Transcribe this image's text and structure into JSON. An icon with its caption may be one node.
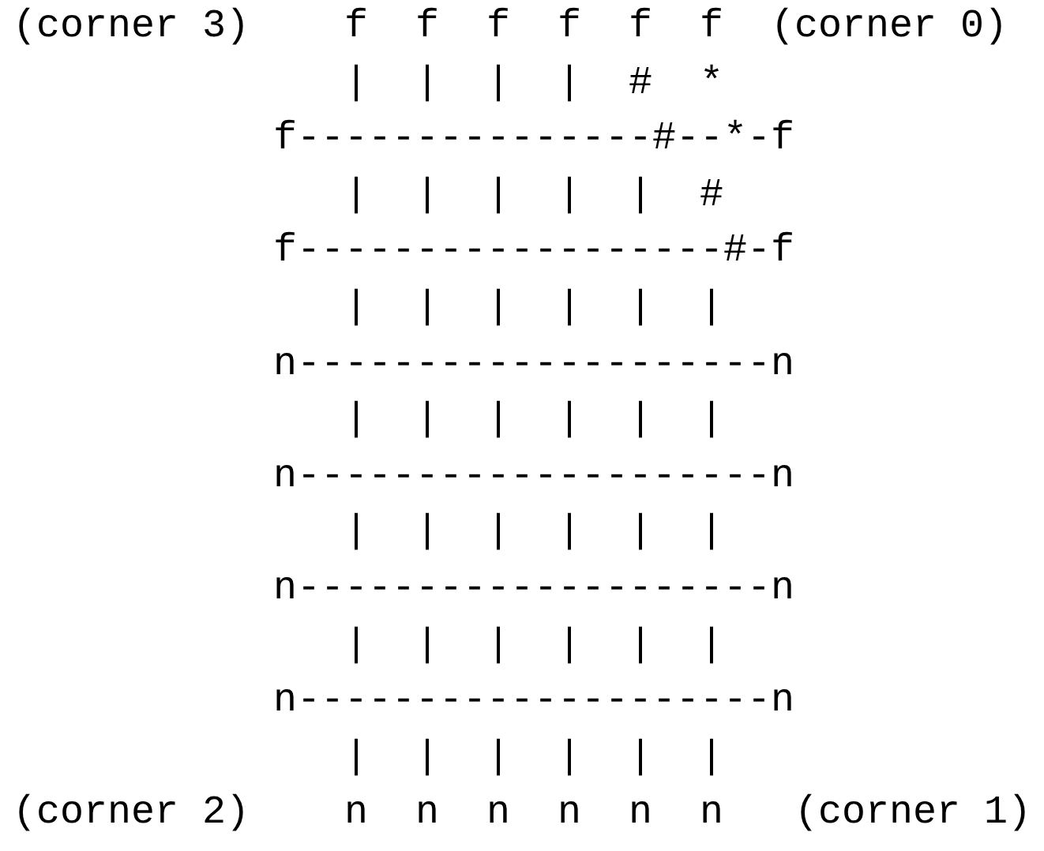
{
  "diagram": {
    "labels": [
      "(corner 3)",
      "f  f  f  f  f  f",
      "(corner 0)",
      "|  |  |  |  #  *",
      "f---------------#--*-f",
      "|  |  |  |  |  #",
      "f------------------#-f",
      "|  |  |  |  |  |",
      "n--------------------n",
      "|  |  |  |  |  |",
      "n--------------------n",
      "|  |  |  |  |  |",
      "n--------------------n",
      "|  |  |  |  |  |",
      "n--------------------n",
      "|  |  |  |  |  |",
      "(corner 2)",
      "n  n  n  n  n  n",
      "(corner 1)"
    ]
  }
}
